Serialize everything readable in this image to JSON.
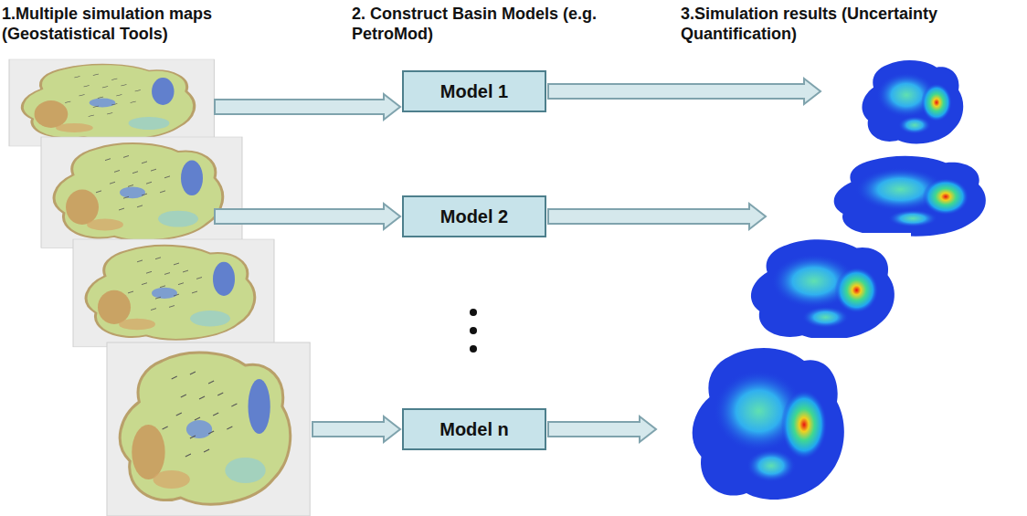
{
  "diagram": {
    "nodes": [
      {
        "text": [
          "Model 1"
        ]
      },
      {
        "text": [
          "Model 2"
        ]
      },
      {
        "text": [
          "Model n"
        ]
      }
    ],
    "labels": [
      "1.Multiple simulation maps (Geostatistical Tools)",
      "2. Construct Basin Models (e.g. PetroMod)",
      "3.Simulation results (Uncertainty Quantification)"
    ]
  }
}
